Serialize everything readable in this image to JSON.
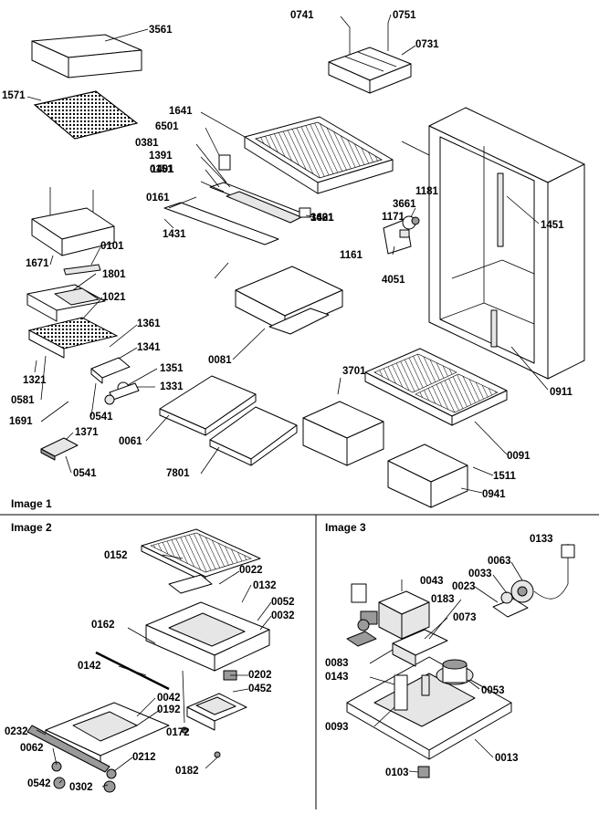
{
  "panels": [
    {
      "id": "p1",
      "title": "Image 1"
    },
    {
      "id": "p2",
      "title": "Image 2"
    },
    {
      "id": "p3",
      "title": "Image 3"
    }
  ],
  "callouts": {
    "p1": [
      "3561",
      "1571",
      "0741",
      "0751",
      "0731",
      "1641",
      "6501",
      "0381",
      "1391",
      "1401",
      "0151",
      "0161",
      "1431",
      "1431",
      "3621",
      "1671",
      "0101",
      "1801",
      "1021",
      "1361",
      "1341",
      "1351",
      "1331",
      "1321",
      "0581",
      "1691",
      "0541",
      "1371",
      "0541",
      "0061",
      "7801",
      "0081",
      "1401",
      "1181",
      "3661",
      "1171",
      "1161",
      "4051",
      "1451",
      "3701",
      "0911",
      "0091",
      "1511",
      "0941"
    ],
    "p2": [
      "0152",
      "0022",
      "0132",
      "0052",
      "0032",
      "0162",
      "0142",
      "0202",
      "0452",
      "0042",
      "0192",
      "0232",
      "0062",
      "0212",
      "0542",
      "0302",
      "0172",
      "0182"
    ],
    "p3": [
      "0133",
      "0063",
      "0033",
      "0043",
      "0023",
      "0183",
      "0073",
      "0083",
      "0143",
      "0053",
      "0093",
      "0013",
      "0103"
    ]
  }
}
